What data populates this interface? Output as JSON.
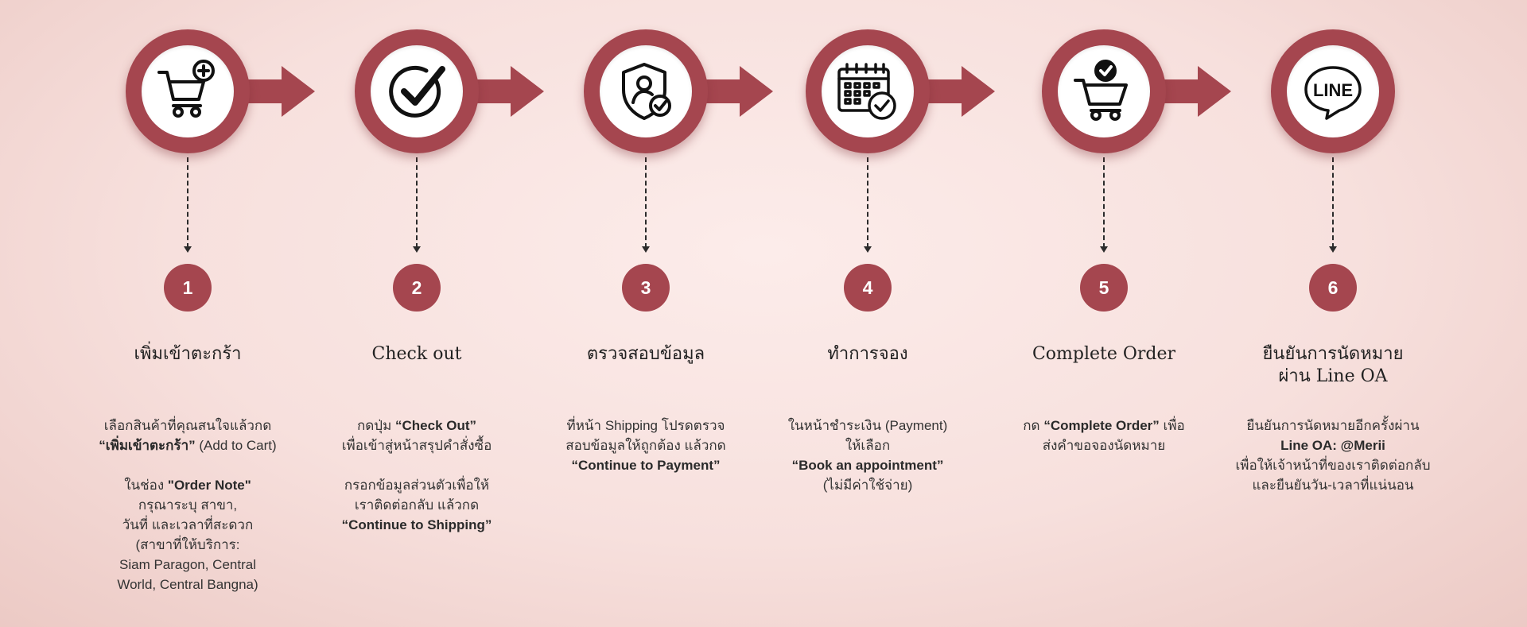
{
  "steps": [
    {
      "number": "1",
      "icon": "cart-plus-icon",
      "title": [
        "เพิ่มเข้าตะกร้า"
      ],
      "desc": [
        [
          {
            "t": "เลือกสินค้าที่คุณสนใจแล้วกด"
          }
        ],
        [
          {
            "t": "“เพิ่มเข้าตะกร้า”",
            "b": true
          },
          {
            "t": " (Add to Cart)"
          }
        ],
        [],
        [
          {
            "t": "ในช่อง "
          },
          {
            "t": "\"Order Note\"",
            "b": true
          }
        ],
        [
          {
            "t": "กรุณาระบุ สาขา,"
          }
        ],
        [
          {
            "t": "วันที่ และเวลาที่สะดวก"
          }
        ],
        [
          {
            "t": "(สาขาที่ให้บริการ:"
          }
        ],
        [
          {
            "t": "Siam Paragon, Central"
          }
        ],
        [
          {
            "t": "World, Central Bangna)"
          }
        ]
      ]
    },
    {
      "number": "2",
      "icon": "checkmark-circle-icon",
      "title": [
        "Check out"
      ],
      "desc": [
        [
          {
            "t": "กดปุ่ม "
          },
          {
            "t": "“Check Out”",
            "b": true
          }
        ],
        [
          {
            "t": "เพื่อเข้าสู่หน้าสรุปคำสั่งซื้อ"
          }
        ],
        [],
        [
          {
            "t": "กรอกข้อมูลส่วนตัวเพื่อให้"
          }
        ],
        [
          {
            "t": "เราติดต่อกลับ แล้วกด"
          }
        ],
        [
          {
            "t": "“Continue to Shipping”",
            "b": true
          }
        ]
      ]
    },
    {
      "number": "3",
      "icon": "shield-user-check-icon",
      "title": [
        "ตรวจสอบข้อมูล"
      ],
      "desc": [
        [
          {
            "t": "ที่หน้า Shipping โปรดตรวจ"
          }
        ],
        [
          {
            "t": "สอบข้อมูลให้ถูกต้อง แล้วกด"
          }
        ],
        [
          {
            "t": "“Continue to Payment”",
            "b": true
          }
        ]
      ]
    },
    {
      "number": "4",
      "icon": "calendar-check-icon",
      "title": [
        "ทำการจอง"
      ],
      "desc": [
        [
          {
            "t": "ในหน้าชำระเงิน (Payment)"
          }
        ],
        [
          {
            "t": "ให้เลือก"
          }
        ],
        [
          {
            "t": "“Book an appointment”",
            "b": true
          }
        ],
        [
          {
            "t": "(ไม่มีค่าใช้จ่าย)"
          }
        ]
      ]
    },
    {
      "number": "5",
      "icon": "cart-check-icon",
      "title": [
        "Complete Order"
      ],
      "desc": [
        [
          {
            "t": "กด "
          },
          {
            "t": "“Complete Order”",
            "b": true
          },
          {
            "t": " เพื่อ"
          }
        ],
        [
          {
            "t": "ส่งคำขอจองนัดหมาย"
          }
        ]
      ]
    },
    {
      "number": "6",
      "icon": "line-logo-icon",
      "logo_text": "LINE",
      "title": [
        "ยืนยันการนัดหมาย",
        "ผ่าน Line OA"
      ],
      "desc": [
        [
          {
            "t": "ยืนยันการนัดหมายอีกครั้งผ่าน"
          }
        ],
        [
          {
            "t": "Line OA: @Merii",
            "b": true
          }
        ],
        [
          {
            "t": "เพื่อให้เจ้าหน้าที่ของเราติดต่อกลับ"
          }
        ],
        [
          {
            "t": "และยืนยันวัน-เวลาที่แน่นอน"
          }
        ]
      ]
    }
  ],
  "colors": {
    "accent": "#a5464f",
    "text": "#2b2b2b",
    "background": "#f7e0dd"
  }
}
